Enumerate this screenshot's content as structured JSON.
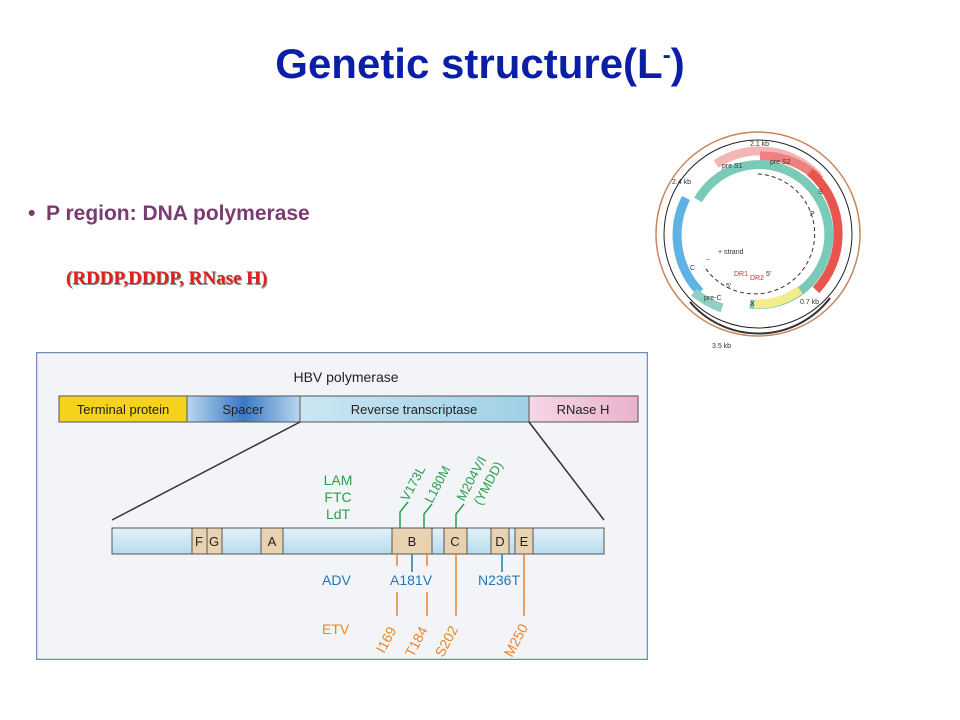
{
  "slide": {
    "title_main": "Genetic structure(L",
    "title_sup": "-",
    "title_end": ")",
    "bullet": "P region: DNA polymerase",
    "sub": "(RDDP,DDDP, RNase H)"
  },
  "polymerase": {
    "header": "HBV polymerase",
    "domains": [
      "Terminal protein",
      "Spacer",
      "Reverse transcriptase",
      "RNase H"
    ],
    "boxes": [
      "F",
      "G",
      "A",
      "B",
      "C",
      "D",
      "E"
    ],
    "drugs_top": [
      "LAM",
      "FTC",
      "LdT"
    ],
    "mut_top": [
      "V173L",
      "L180M",
      "M204V/I",
      "(YMDD)"
    ],
    "adv_label": "ADV",
    "adv_muts": [
      "A181V",
      "N236T"
    ],
    "etv_label": "ETV",
    "etv_muts": [
      "I169",
      "T184",
      "S202",
      "M250"
    ]
  },
  "genome": {
    "labels": [
      "2.1 kb",
      "2.4 kb",
      "pre S1",
      "pre S2",
      "S",
      "P",
      "C",
      "pre-C",
      "X",
      "+ strand",
      "−",
      "DR1",
      "DR2",
      "5'",
      "5'",
      "0.7 kb",
      "3.5 kb"
    ]
  }
}
